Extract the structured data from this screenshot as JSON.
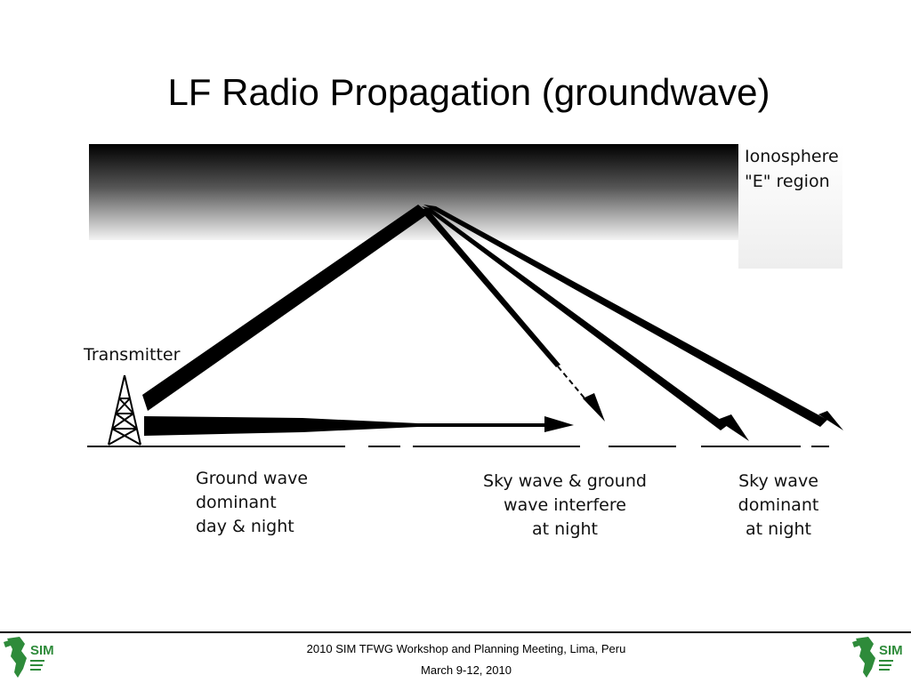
{
  "slide": {
    "title": "LF Radio Propagation (groundwave)"
  },
  "diagram": {
    "ionosphere_label": "Ionosphere\n\"E\"  region",
    "transmitter_label": "Transmitter",
    "zones": [
      {
        "label": "Ground wave\ndominant\nday & night"
      },
      {
        "label": "Sky wave & ground\nwave interfere\nat night"
      },
      {
        "label": "Sky wave\ndominant\nat night"
      }
    ]
  },
  "footer": {
    "line1": "2010 SIM TFWG Workshop and Planning Meeting, Lima, Peru",
    "line2": "March 9-12, 2010",
    "logo_text": "SIM",
    "logo_color": "#2e8b3a"
  }
}
